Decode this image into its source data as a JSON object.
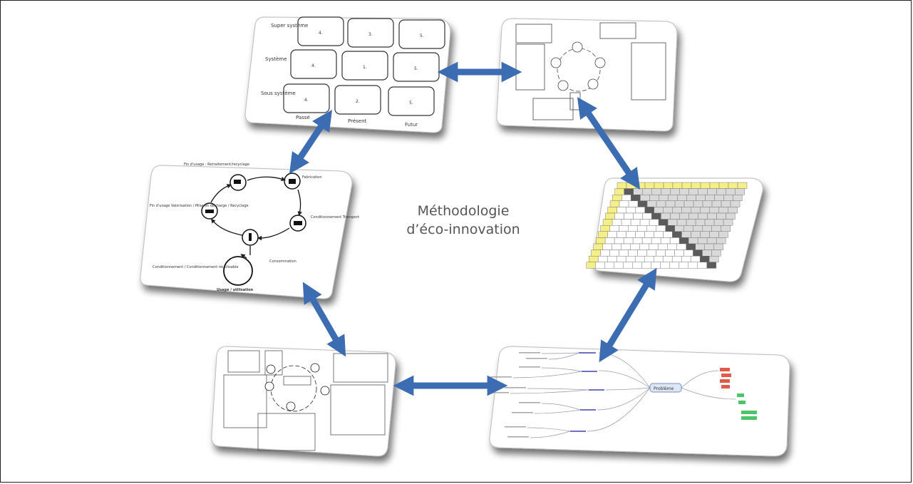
{
  "center_title": {
    "line1": "Méthodologie",
    "line2": "d’éco-innovation"
  },
  "nine_screens": {
    "row_labels": [
      "Super système",
      "Système",
      "Sous système"
    ],
    "col_labels": [
      "Passé",
      "Présent",
      "Futur"
    ],
    "cells": [
      [
        "4.",
        "3.",
        "5."
      ],
      [
        "4.",
        "1.",
        "5."
      ],
      [
        "4.",
        "2.",
        "5."
      ]
    ]
  },
  "lifecycle": {
    "labels": {
      "top_left": "Fin d'usage : Retraitement/recyclage",
      "top_right": "Fabrication",
      "right": "Conditionnement Transport",
      "bottom_right": "Consommation",
      "left": "Fin d'usage Valorisation / Mise en décharge / Recyclage",
      "bottom_left": "Conditionnement / Conditionnement réutilisable",
      "bottom": "Usage / utilisation"
    }
  },
  "mindmap": {
    "center": "Problème"
  },
  "arrow_color": "#3c6db3",
  "matrix_highlight_color": "#f5ef8a"
}
